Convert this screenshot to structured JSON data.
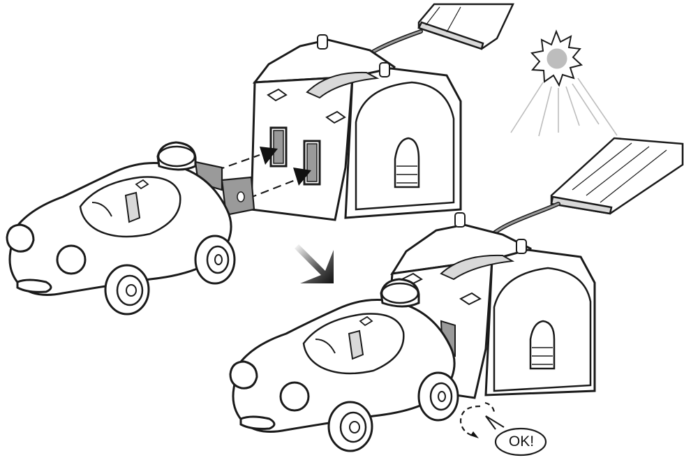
{
  "scene": {
    "step1": {
      "toy_car": "toy-car",
      "battery_box": "solar-charging-box",
      "solar_panel": "solar-panel",
      "sun": "sun-icon",
      "insert_arrows": "insert-arrow-icon"
    },
    "step_arrow": "step-arrow-icon",
    "step2": {
      "toy_car": "toy-car-docked",
      "battery_box": "solar-charging-box-docked",
      "solar_panel": "solar-panel-docked"
    },
    "callout": {
      "text": "OK!"
    }
  },
  "colors": {
    "outline": "#1a1a1a",
    "body_fill": "#ffffff",
    "slot_fill": "#9a9a9a",
    "shade": "#d9d9d9",
    "sun": "#bdbdbd"
  }
}
